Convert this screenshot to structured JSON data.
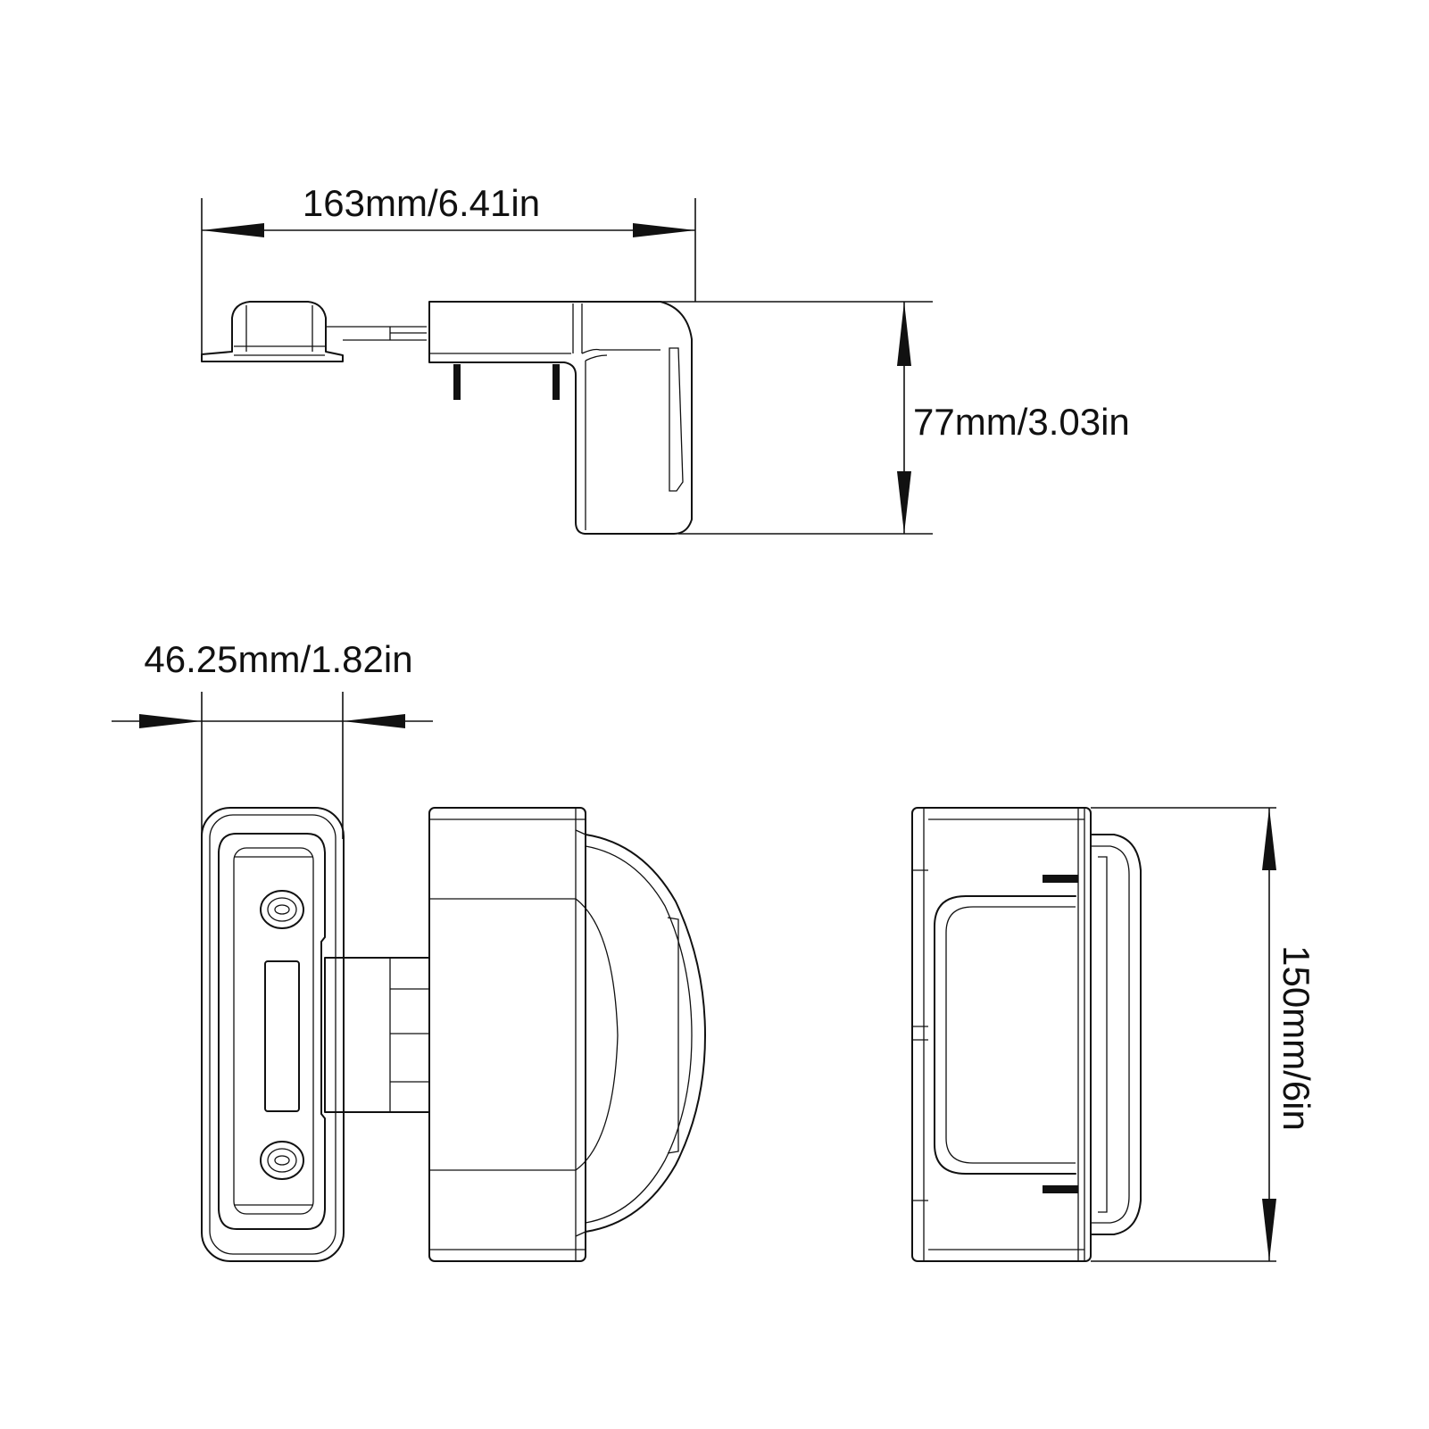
{
  "dimensions": {
    "length": "163mm/6.41in",
    "height": "77mm/3.03in",
    "width": "46.25mm/1.82in",
    "depth": "150mm/6in"
  },
  "colors": {
    "line": "#111111",
    "background": "#ffffff"
  }
}
